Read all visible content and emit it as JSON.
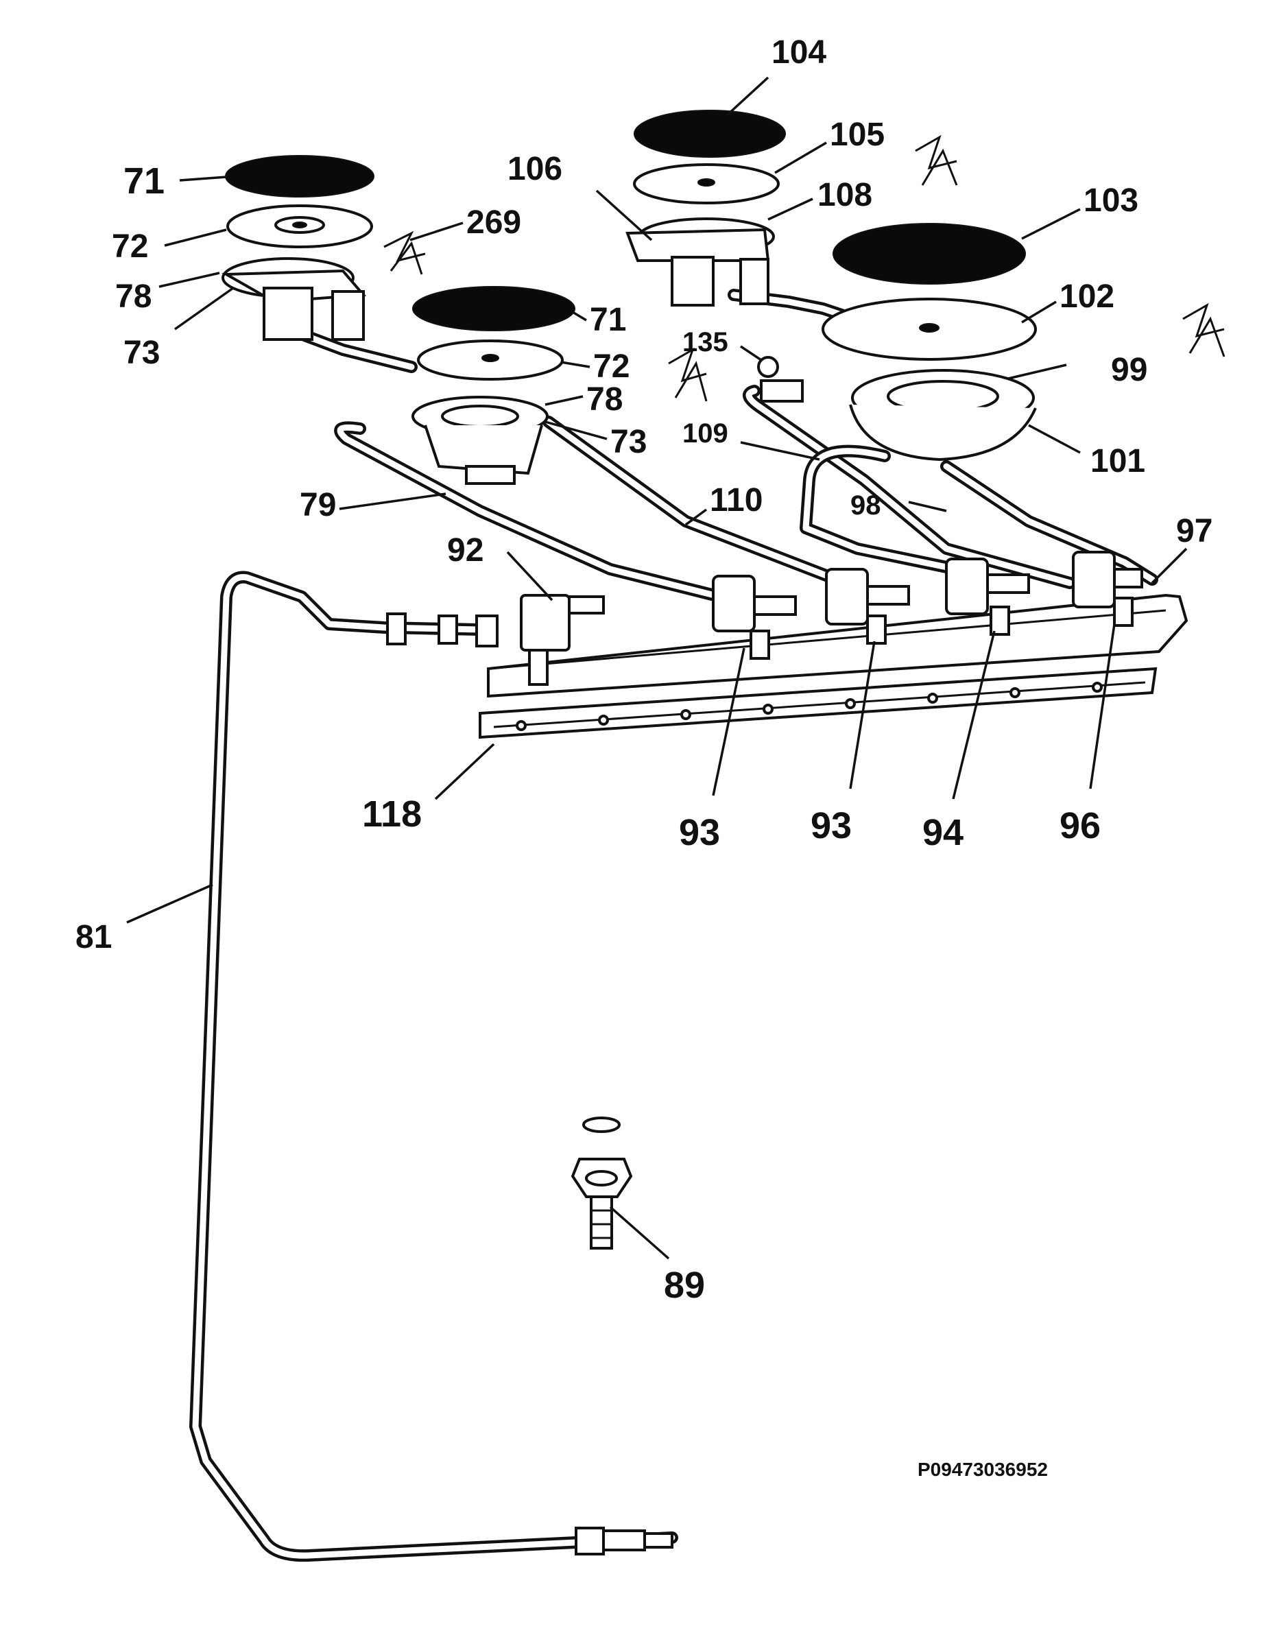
{
  "drawing": {
    "reference_code": "P09473036952",
    "parts": {
      "p71a": "71",
      "p71b": "71",
      "p72a": "72",
      "p72b": "72",
      "p78a": "78",
      "p78b": "78",
      "p73a": "73",
      "p73b": "73",
      "p269": "269",
      "p79": "79",
      "p110": "110",
      "p92": "92",
      "p104": "104",
      "p105": "105",
      "p106": "106",
      "p108": "108",
      "p103": "103",
      "p102": "102",
      "p99": "99",
      "p135": "135",
      "p109": "109",
      "p101": "101",
      "p98": "98",
      "p97": "97",
      "p118": "118",
      "p93a": "93",
      "p93b": "93",
      "p94": "94",
      "p96": "96",
      "p81": "81",
      "p89": "89"
    }
  }
}
